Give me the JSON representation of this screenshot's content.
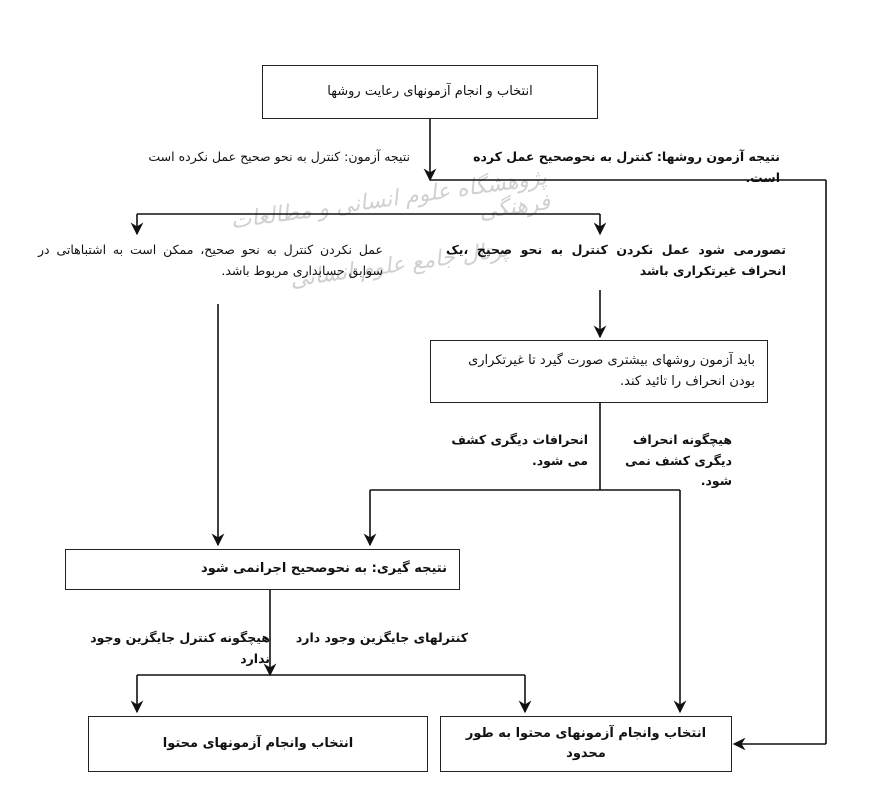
{
  "watermark": {
    "line1": "پژوهشگاه علوم انسانی و مطالعات فرهنگی",
    "line2": "پرتال جامع علوم انسانی"
  },
  "nodes": {
    "top_box": "انتخاب و انجام آزمونهای رعایت روشها",
    "left_condition": "نتیجه آزمون: کنترل به نحو صحیح عمل نکرده است",
    "right_condition": "نتیجه آزمون روشها: کنترل به نحوصحیح عمل کرده است.",
    "left_note": "عمل نکردن کنترل به نحو صحیح، ممکن است به اشتباهاتی در سوابق حسابداری مربوط باشد.",
    "middle_note": "تصورمی شود عمل نکردن کنترل به نحو صحیح ،یک انحراف غیرتکراری باشد",
    "test_box": "باید آزمون روشهای بیشتری صورت گیرد تا غیرتکراری بودن انحراف را تائید کند.",
    "branch_left": "انحرافات دیگری کشف می شود.",
    "branch_right": "هیچگونه انحراف دیگری کشف نمی شود.",
    "conclusion_box": "نتیجه گیری: به نحوصحیح اجرانمی شود",
    "alt_exists": "کنترلهای جایگزین وجود دارد",
    "alt_none": "هیچگونه کنترل جایگزین وجود ندارد",
    "bottom_left_box": "انتخاب وانجام آزمونهای محتوا",
    "bottom_right_box": "انتخاب وانجام آزمونهای محتوا به طور محدود"
  }
}
